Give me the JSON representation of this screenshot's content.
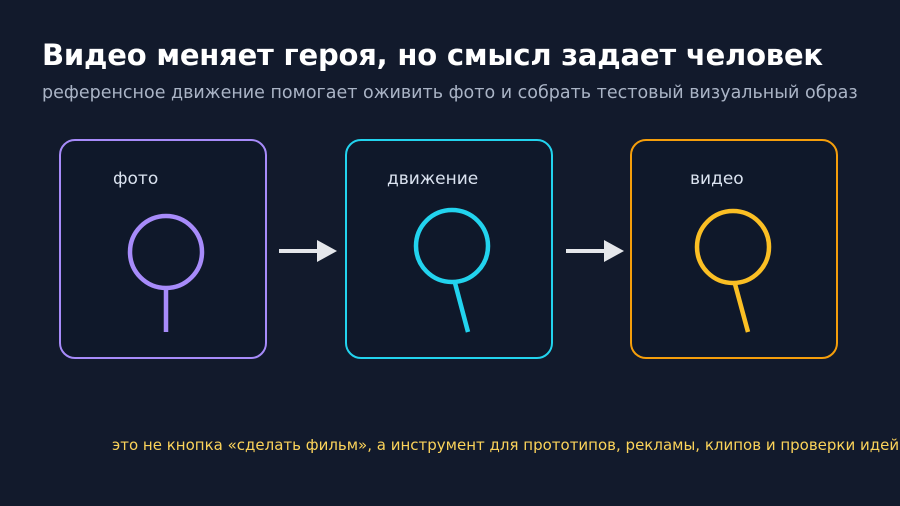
{
  "header": {
    "title": "Видео меняет героя, но смысл задает человек",
    "subtitle": "референсное движение помогает оживить фото и собрать тестовый визуальный образ"
  },
  "steps": [
    {
      "label": "фото",
      "color": "#a78bfa",
      "icon": "head-figure-icon"
    },
    {
      "label": "движение",
      "color": "#22d3ee",
      "icon": "head-figure-tilted-icon"
    },
    {
      "label": "видео",
      "color": "#fbbf24",
      "icon": "head-figure-tilted-icon"
    }
  ],
  "connectors": [
    {
      "icon": "arrow-right-icon",
      "color": "#e5e7eb"
    },
    {
      "icon": "arrow-right-icon",
      "color": "#e5e7eb"
    }
  ],
  "footer": {
    "note": "это не кнопка «сделать фильм», а инструмент для прототипов, рекламы, клипов и проверки идей"
  }
}
